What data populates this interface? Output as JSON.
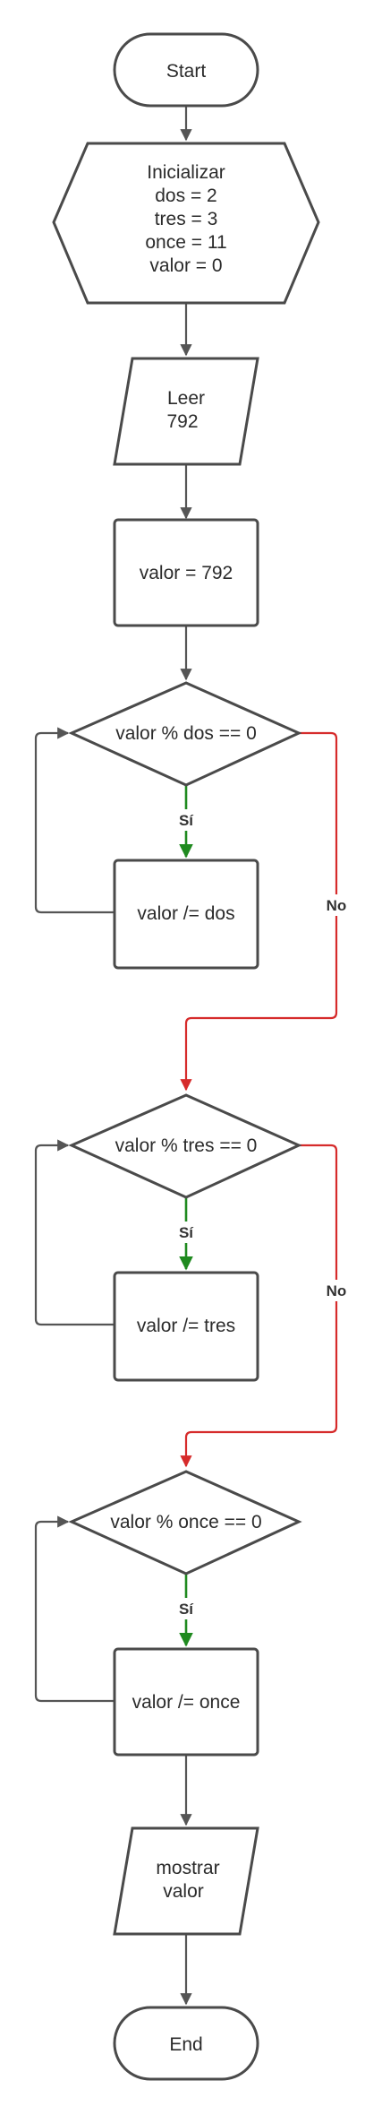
{
  "nodes": {
    "start": {
      "label": "Start"
    },
    "init": {
      "lines": [
        "Inicializar",
        "dos = 2",
        "tres = 3",
        "once = 11",
        "valor = 0"
      ]
    },
    "read": {
      "lines": [
        "Leer",
        "792"
      ]
    },
    "assign": {
      "label": "valor = 792"
    },
    "cond_dos": {
      "label": "valor % dos == 0"
    },
    "div_dos": {
      "label": "valor /= dos"
    },
    "cond_tres": {
      "label": "valor % tres == 0"
    },
    "div_tres": {
      "label": "valor /= tres"
    },
    "cond_once": {
      "label": "valor % once == 0"
    },
    "div_once": {
      "label": "valor /= once"
    },
    "show": {
      "lines": [
        "mostrar",
        "valor"
      ]
    },
    "end": {
      "label": "End"
    }
  },
  "edge_labels": {
    "yes": "Sí",
    "no": "No"
  },
  "colors": {
    "shape_stroke": "#4a4a4a",
    "edge": "#555555",
    "yes_edge": "#1f8a1f",
    "no_edge": "#d62b2b"
  }
}
